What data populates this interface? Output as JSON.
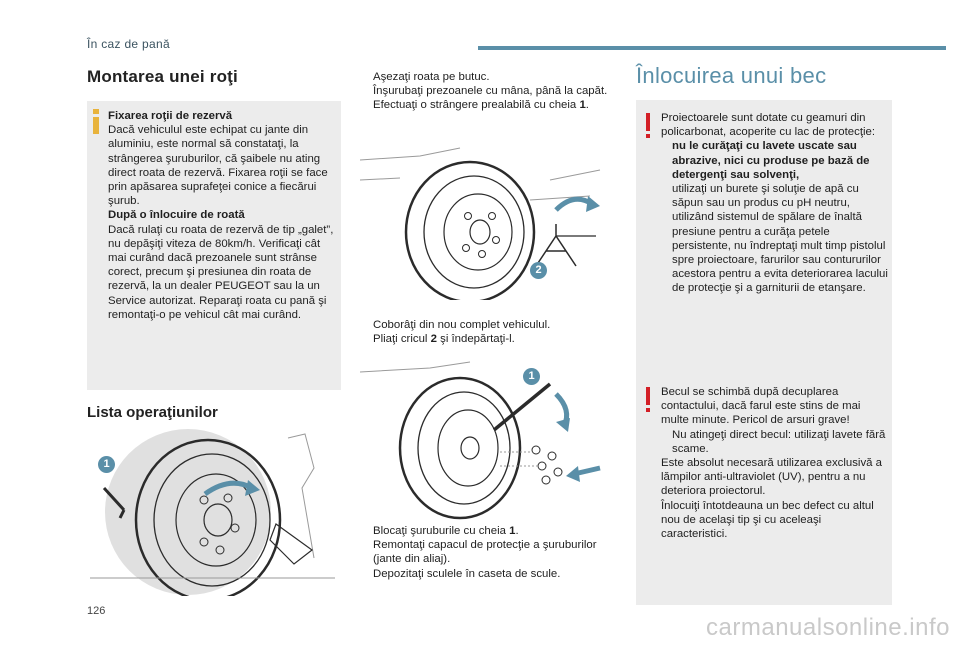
{
  "header": {
    "section": "În caz de pană"
  },
  "left": {
    "title": "Montarea unei roţi",
    "note": {
      "heading1": "Fixarea roţii de rezervă",
      "body1": "Dacă vehiculul este echipat cu jante din aluminiu, este normal să constataţi, la strângerea şuruburilor, că şaibele nu ating direct roata de rezervă. Fixarea roţii se face prin apăsarea suprafeţei conice a fiecărui şurub.",
      "heading2": "După o înlocuire de roată",
      "body2": "Dacă rulaţi cu roata de rezervă de tip „galet”, nu depăşiţi viteza de 80km/h. Verificaţi cât mai curând dacă prezoanele sunt strânse corect, precum şi presiunea din roata de rezervă, la un dealer PEUGEOT sau la un Service autorizat. Reparaţi roata cu pană şi remontaţi-o pe vehicul cât mai curând."
    },
    "subtitle": "Lista operaţiunilor",
    "figure_label": "1"
  },
  "middle": {
    "steps1": [
      {
        "bullet": "",
        "text": "Aşezaţi roata pe butuc."
      },
      {
        "bullet": "",
        "text": "Înşurubaţi prezoanele cu mâna, până la capăt."
      },
      {
        "bullet": "",
        "text_pre": "Efectuaţi o strângere prealabilă cu cheia ",
        "key": "1",
        "text_post": "."
      }
    ],
    "figure1_label": "2",
    "steps2": [
      {
        "bullet": "",
        "text": "Coborâţi din nou complet vehiculul."
      },
      {
        "bullet": "",
        "text_pre": "Pliaţi cricul ",
        "key": "2",
        "text_post": " şi îndepărtaţi-l."
      }
    ],
    "figure2_label": "1",
    "steps3": [
      {
        "bullet": "",
        "text_pre": "Blocaţi şuruburile cu cheia ",
        "key": "1",
        "text_post": "."
      },
      {
        "bullet": "",
        "text": "Remontaţi capacul de protecţie a şuruburilor (jante din aliaj)."
      },
      {
        "bullet": "",
        "text": "Depozitaţi sculele în caseta de scule."
      }
    ]
  },
  "right": {
    "title": "Înlocuirea unui bec",
    "warn1": {
      "intro": "Proiectoarele sunt dotate cu geamuri din policarbonat, acoperite cu lac de protecţie:",
      "b1": "nu le curăţaţi cu lavete uscate sau abrazive, nici cu produse pe bază de detergenţi sau solvenţi,",
      "b2": "utilizaţi un burete şi soluţie de apă cu săpun sau un produs cu pH neutru,",
      "b3": "utilizând sistemul de spălare de înaltă presiune pentru a curăţa petele persistente, nu îndreptaţi mult timp pistolul spre proiectoare, farurilor sau contururilor acestora pentru a evita deteriorarea lacului de protecţie şi a garniturii de etanşare."
    },
    "warn2": {
      "intro": "Becul se schimbă după decuplarea contactului, dacă farul este stins de mai multe minute. Pericol de arsuri grave!",
      "b1": "Nu atingeţi direct becul: utilizaţi lavete fără scame.",
      "p1": "Este absolut necesară utilizarea exclusivă a lămpilor anti-ultraviolet (UV), pentru a nu deteriora proiectorul.",
      "p2": "Înlocuiţi întotdeauna un bec defect cu altul nou de acelaşi tip şi cu aceleaşi caracteristici."
    },
    "bullet": ""
  },
  "footer": {
    "page_number": "126",
    "watermark": "carmanualsonline.info"
  },
  "colors": {
    "accent": "#5a8fa8",
    "warning": "#d31f26",
    "info": "#e8b33c",
    "box": "#ececec"
  },
  "icons": [
    "info-icon",
    "warning-icon",
    "square-bullet-icon"
  ]
}
